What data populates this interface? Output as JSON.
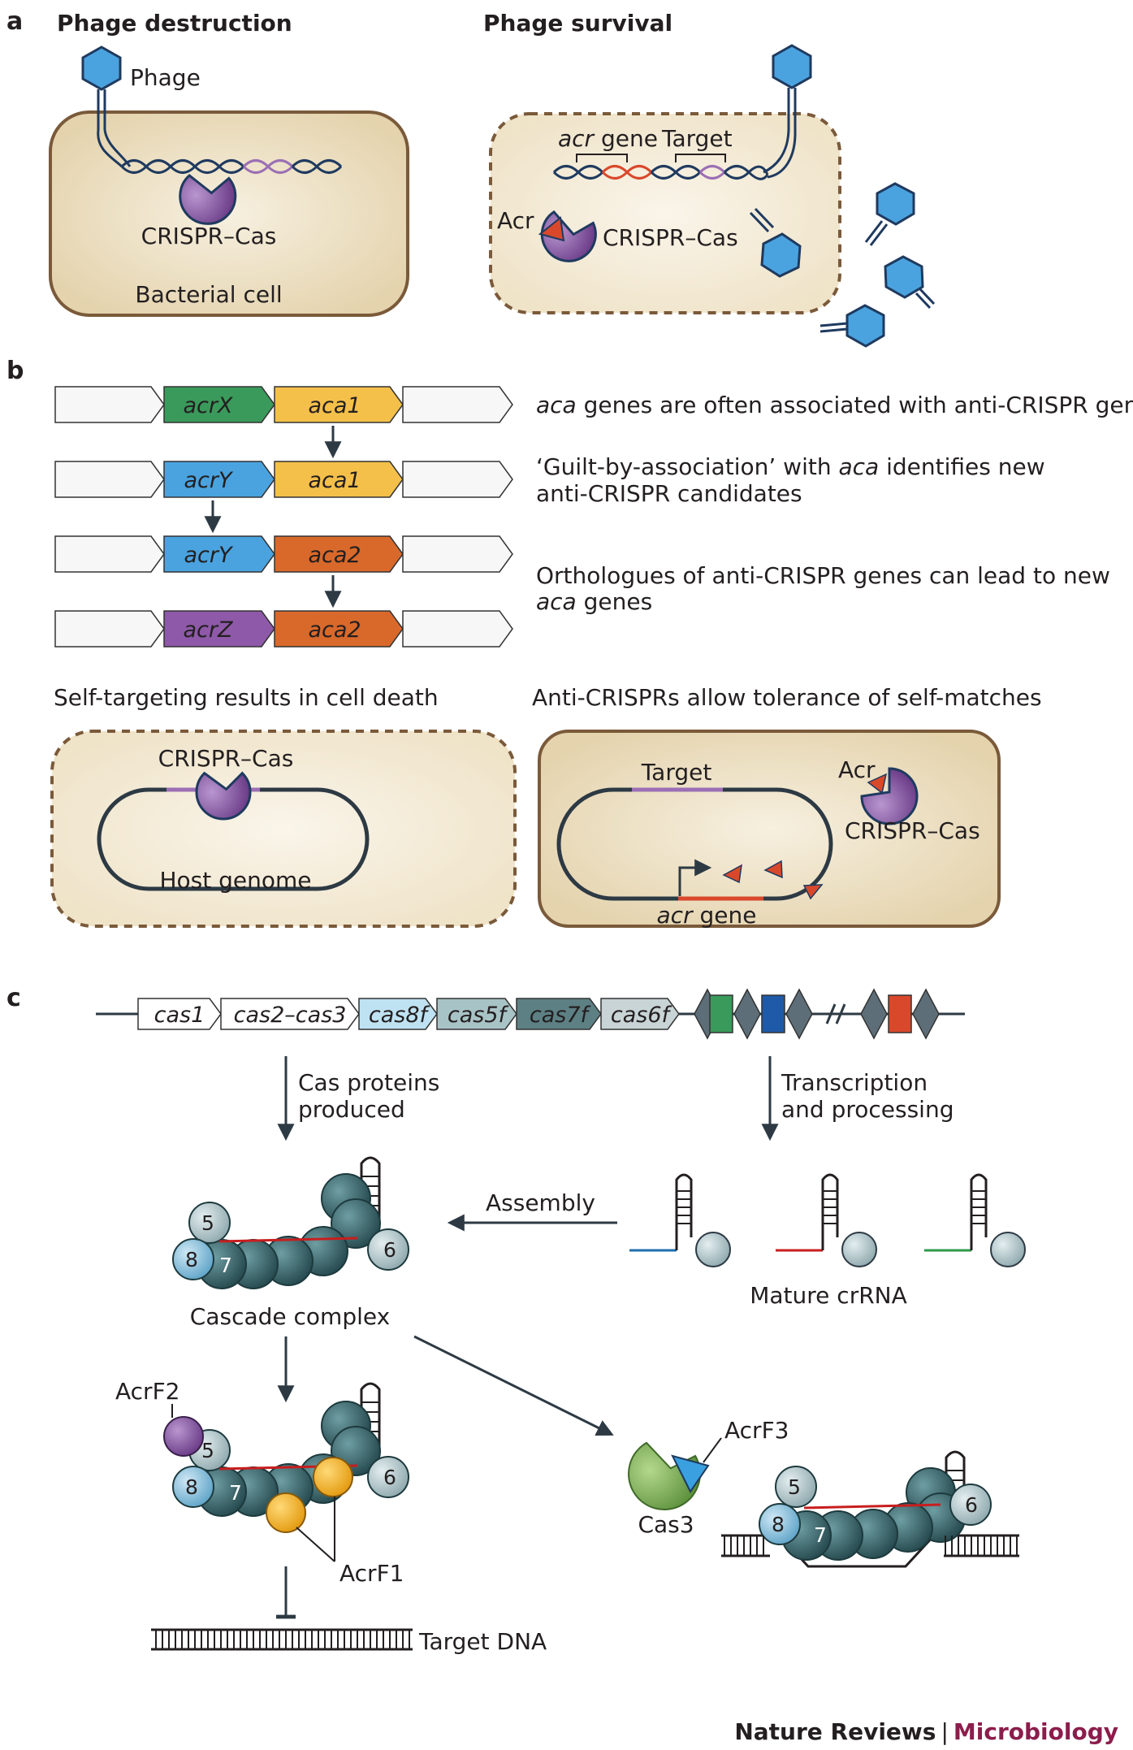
{
  "colors": {
    "cell_fill": "#e8d9b8",
    "cell_border": "#7a5a3a",
    "phage_blue": "#4aa3df",
    "cas_purple": "#8e59a8",
    "acr_red": "#d9482b",
    "dna_dark": "#1f3a5f",
    "aca_yellow": "#f5c04a",
    "aca_orange": "#d9692b",
    "acrx_green": "#3a9a5b",
    "cascade_teal": "#2f5d63",
    "acrf1_orange": "#f3a81c",
    "cas3_green": "#7fb253",
    "brand_red": "#8b1d4c"
  },
  "panel_a": {
    "letter": "a",
    "left_title": "Phage destruction",
    "right_title": "Phage survival",
    "phage_label": "Phage",
    "crispr_cas_left": "CRISPR–Cas",
    "bacterial_cell": "Bacterial cell",
    "acr_gene_italic": "acr",
    "acr_gene_rest": " gene",
    "target": "Target",
    "acr": "Acr",
    "crispr_cas_right": "CRISPR–Cas"
  },
  "panel_b": {
    "letter": "b",
    "genes": {
      "acrX": "acrX",
      "aca1": "aca1",
      "acrY": "acrY",
      "aca2": "aca2",
      "acrZ": "acrZ"
    },
    "text1_italic": "aca",
    "text1_rest": " genes are often associated with anti-CRISPR genes",
    "text2_line1_pre": "‘Guilt-by-association’ with ",
    "text2_line1_italic": "aca",
    "text2_line1_post": " identifies new",
    "text2_line2": "anti-CRISPR candidates",
    "text3_line1": "Orthologues of anti-CRISPR genes can lead to new",
    "text3_line2_italic": "aca",
    "text3_line2_rest": " genes",
    "self_targeting_title": "Self-targeting results in cell death",
    "tolerance_title": "Anti-CRISPRs allow tolerance of self-matches",
    "crispr_cas_left": "CRISPR–Cas",
    "host_genome": "Host genome",
    "target": "Target",
    "acr": "Acr",
    "crispr_cas_right": "CRISPR–Cas",
    "acr_gene_italic": "acr",
    "acr_gene_rest": " gene"
  },
  "panel_c": {
    "letter": "c",
    "operon": [
      "cas1",
      "cas2–cas3",
      "cas8f",
      "cas5f",
      "cas7f",
      "cas6f"
    ],
    "cas_proteins_line1": "Cas proteins",
    "cas_proteins_line2": "produced",
    "transcription_line1": "Transcription",
    "transcription_line2": "and processing",
    "assembly": "Assembly",
    "mature_crrna": "Mature crRNA",
    "cascade_complex": "Cascade complex",
    "subunit_5": "5",
    "subunit_6": "6",
    "subunit_7": "7",
    "subunit_8": "8",
    "acrf2": "AcrF2",
    "acrf1": "AcrF1",
    "acrf3": "AcrF3",
    "cas3": "Cas3",
    "target_dna": "Target DNA"
  },
  "footer": {
    "journal": "Nature Reviews",
    "separator": "|",
    "section": "Microbiology"
  }
}
